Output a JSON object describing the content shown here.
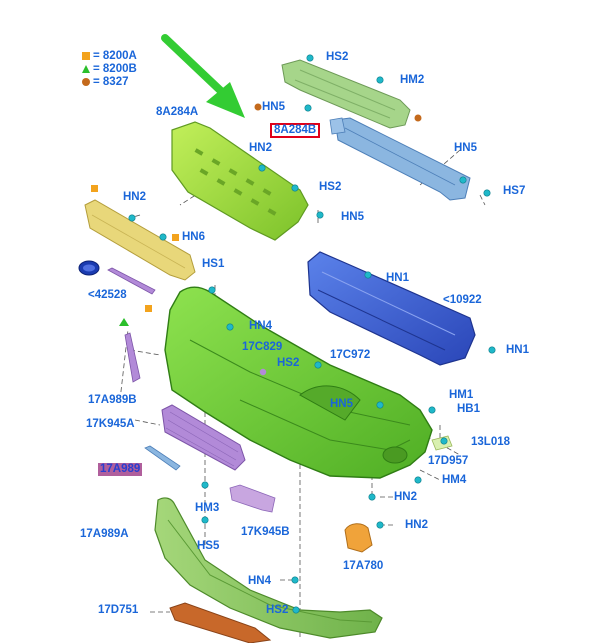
{
  "legend": [
    {
      "symbol": "square",
      "color": "#f3a31d",
      "text": "= 8200A"
    },
    {
      "symbol": "triangle",
      "color": "#2bbf2b",
      "text": "= 8200B"
    },
    {
      "symbol": "circle",
      "color": "#c46a1c",
      "text": "= 8327"
    }
  ],
  "labels": {
    "hs2_top": "HS2",
    "hm2_top": "HM2",
    "hn5_top": "HN5",
    "part_8a284b": "8A284B",
    "part_8a284a": "8A284A",
    "hn2_a": "HN2",
    "hs2_b": "HS2",
    "hn5_b": "HN5",
    "hn5_right": "HN5",
    "hs7": "HS7",
    "hn2_left": "HN2",
    "hn6": "HN6",
    "hs1": "HS1",
    "hn1_a": "HN1",
    "part_42528": "<42528",
    "part_10922": "<10922",
    "hn4_a": "HN4",
    "hn1_b": "HN1",
    "part_17c829": "17C829",
    "hs2_c": "HS2",
    "part_17c972": "17C972",
    "part_17a989b": "17A989B",
    "hm1": "HM1",
    "hn5_c": "HN5",
    "hb1": "HB1",
    "part_17k945a": "17K945A",
    "part_13l018": "13L018",
    "part_17d957": "17D957",
    "part_struck": "17A989",
    "hm4": "HM4",
    "hn2_c": "HN2",
    "hm3": "HM3",
    "hn2_d": "HN2",
    "part_17a989a": "17A989A",
    "hs5": "HS5",
    "part_17k945b": "17K945B",
    "part_17a780": "17A780",
    "hn4_b": "HN4",
    "hs2_d": "HS2",
    "part_17d751": "17D751"
  },
  "colors": {
    "label": "#1a66d9",
    "callout_border": "#e0001a",
    "arrow": "#33cc33",
    "fastener": "#1fb8c9",
    "bumper_cover": "#6ecf3a",
    "grille_upper": "#9ad63a",
    "reinforcement": "#3a5fd0",
    "absorber": "#8bb6e0",
    "bracket_top": "#a6d58a",
    "garnish": "#e8d77a",
    "lower_grille": "#b28ad8",
    "lower_valance": "#8fca5e",
    "skid_plate": "#c8682a",
    "fog_bracket": "#f0a33a"
  },
  "icons": [
    "green-arrow-icon",
    "ford-oval-logo-icon",
    "fastener-icon"
  ]
}
